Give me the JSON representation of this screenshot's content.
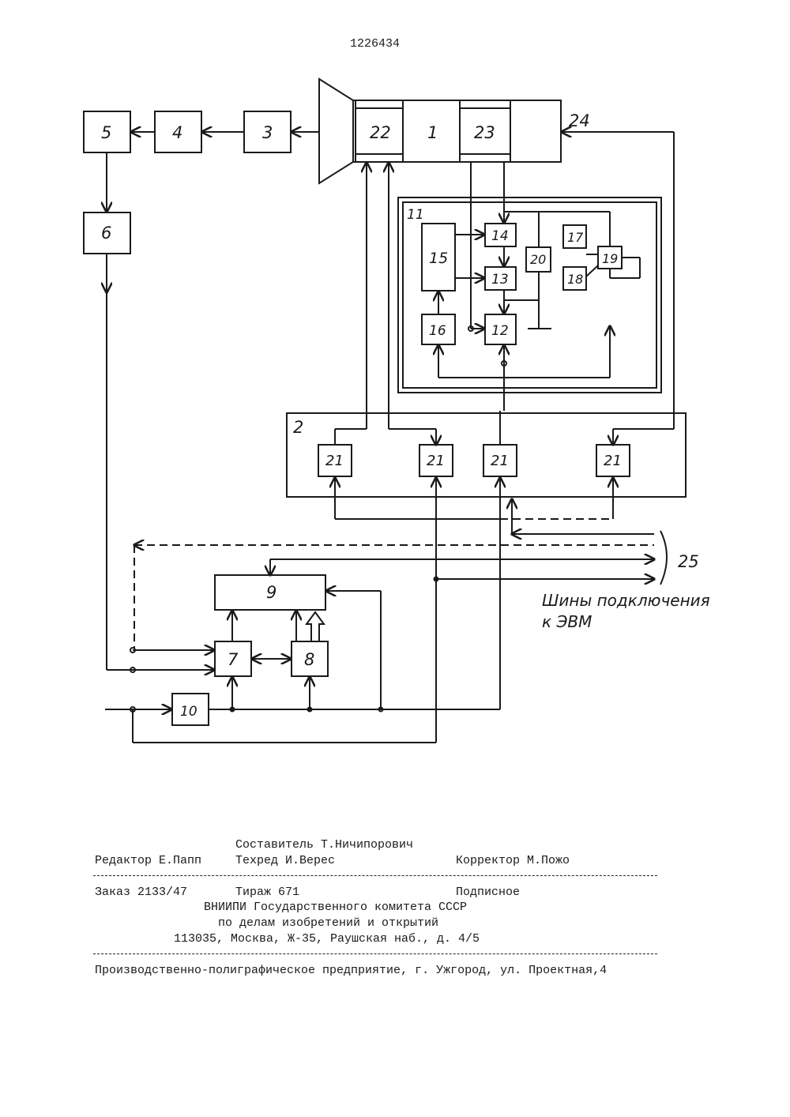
{
  "patent_number": "1226434",
  "diagram": {
    "blocks": [
      "1",
      "2",
      "3",
      "4",
      "5",
      "6",
      "7",
      "8",
      "9",
      "10",
      "11",
      "12",
      "13",
      "14",
      "15",
      "16",
      "17",
      "18",
      "19",
      "20",
      "21",
      "22",
      "23",
      "24",
      "25"
    ],
    "bus_label_line1": "Шины подключения",
    "bus_label_line2": "к ЭВМ"
  },
  "footer": {
    "compiler": "Составитель Т.Ничипорович",
    "editor": "Редактор Е.Папп",
    "techred": "Техред И.Верес",
    "corrector": "Корректор М.Пожо",
    "order": "Заказ 2133/47",
    "circulation": "Тираж 671",
    "subscription": "Подписное",
    "org_line1": "ВНИИПИ Государственного комитета СССР",
    "org_line2": "по делам изобретений и открытий",
    "address": "113035, Москва, Ж-35, Раушская наб., д. 4/5",
    "printer": "Производственно-полиграфическое предприятие, г. Ужгород, ул. Проектная,4"
  }
}
